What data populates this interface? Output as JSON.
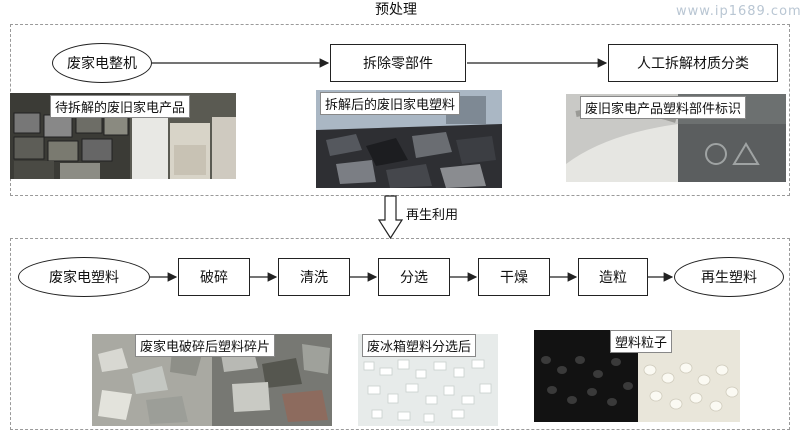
{
  "watermark": "www.ip1689.com",
  "section_top": {
    "title": "预处理"
  },
  "top_flow": {
    "start": "废家电整机",
    "step1": "拆除零部件",
    "step2": "人工拆解材质分类"
  },
  "top_photos": {
    "p1_caption": "待拆解的废旧家电产品",
    "p2_caption": "拆解后的废旧家电塑料",
    "p3_caption": "废旧家电产品塑料部件标识"
  },
  "transition_label": "再生利用",
  "bottom_flow": {
    "start": "废家电塑料",
    "steps": [
      "破碎",
      "清洗",
      "分选",
      "干燥",
      "造粒"
    ],
    "end": "再生塑料"
  },
  "bottom_photos": {
    "p1_caption": "废家电破碎后塑料碎片",
    "p2_caption": "废冰箱塑料分选后",
    "p3_caption": "塑料粒子"
  }
}
